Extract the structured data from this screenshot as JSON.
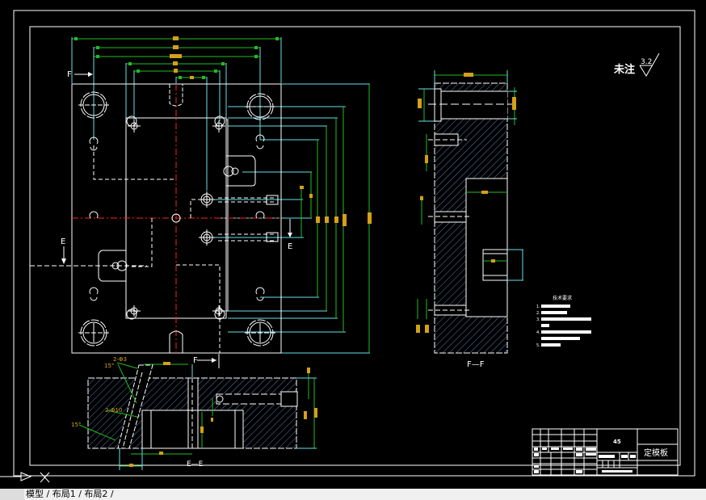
{
  "app": {
    "status_bar_text": "模型 / 布局1 / 布局2 /"
  },
  "colors": {
    "background": "#000000",
    "outline": "#ffffff",
    "centerline": "#ff2020",
    "dimension_line": "#22bb22",
    "dimension_text": "#d4a017",
    "extension_line": "#66e0e8",
    "hatch": "#5a7ab0"
  },
  "drawing": {
    "section_marks": {
      "f_top": "F",
      "f_bottom": "F",
      "e_left": "E",
      "e_right": "E"
    },
    "view_labels": {
      "side_section": "F—F",
      "bottom_section": "E—E"
    },
    "surface_finish": {
      "label": "未注",
      "value": "3.2"
    },
    "callouts": {
      "angle_top": "15°",
      "hole_top": "2-Φ3",
      "hole_mid": "2-Φ10",
      "angle_left": "15°"
    },
    "notes": {
      "title": "技术要求",
      "items": [
        "1.",
        "2.",
        "3.",
        "4.",
        "5."
      ]
    }
  },
  "title_block": {
    "part_name": "定模板",
    "mark": "45"
  }
}
